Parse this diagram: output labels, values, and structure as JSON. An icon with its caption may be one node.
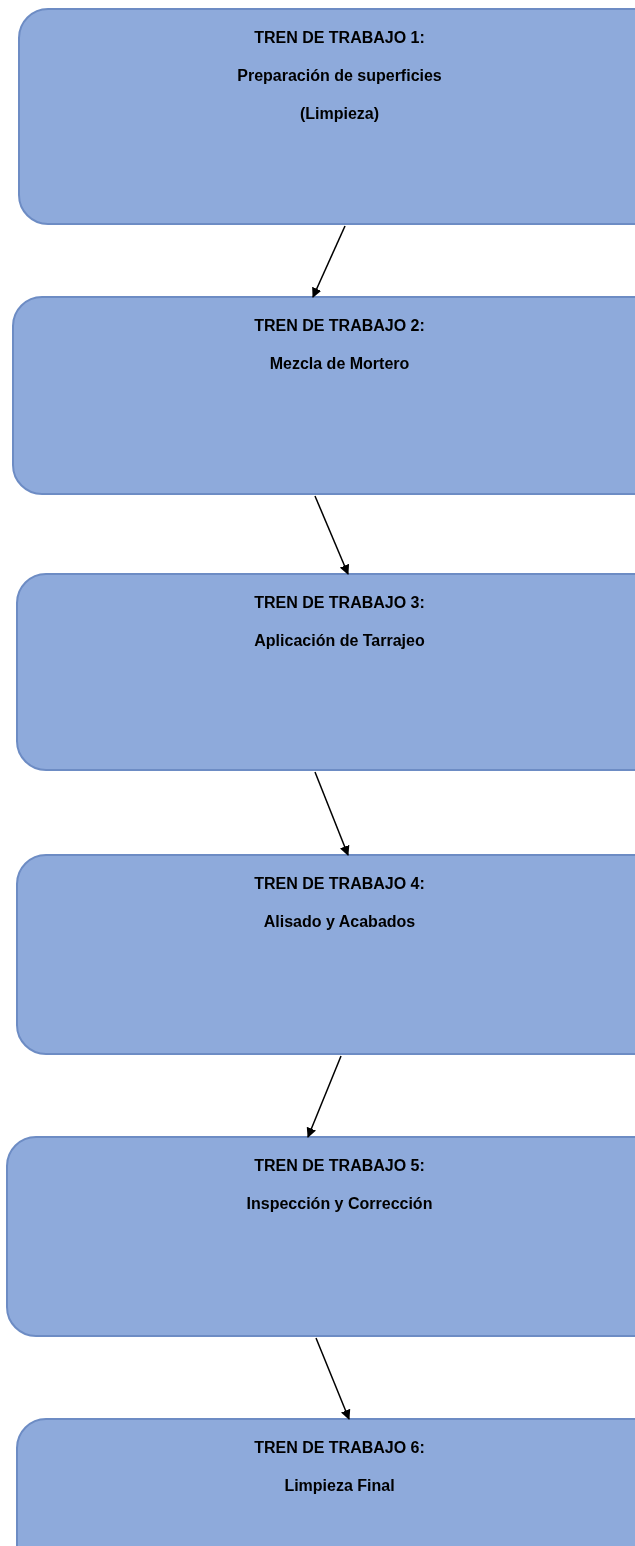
{
  "diagram": {
    "nodes": [
      {
        "text": [
          "TREN DE TRABAJO 1:",
          "Preparación de superficies (Limpieza)"
        ]
      },
      {
        "text": [
          "TREN DE TRABAJO 2:",
          "Mezcla de Mortero"
        ]
      },
      {
        "text": [
          "TREN DE TRABAJO 3:",
          "Aplicación de Tarrajeo"
        ]
      },
      {
        "text": [
          "TREN DE TRABAJO 4:",
          "Alisado y Acabados"
        ]
      },
      {
        "text": [
          "TREN DE TRABAJO 5:",
          "Inspección y Corrección"
        ]
      },
      {
        "text": [
          "TREN DE TRABAJO 6:",
          "Limpieza Final"
        ]
      }
    ],
    "edges": [
      {
        "from": 0,
        "to": 1,
        "arrow": "to"
      },
      {
        "from": 1,
        "to": 2,
        "arrow": "to"
      },
      {
        "from": 2,
        "to": 3,
        "arrow": "to"
      },
      {
        "from": 3,
        "to": 4,
        "arrow": "to"
      },
      {
        "from": 4,
        "to": 5,
        "arrow": "to"
      }
    ]
  }
}
